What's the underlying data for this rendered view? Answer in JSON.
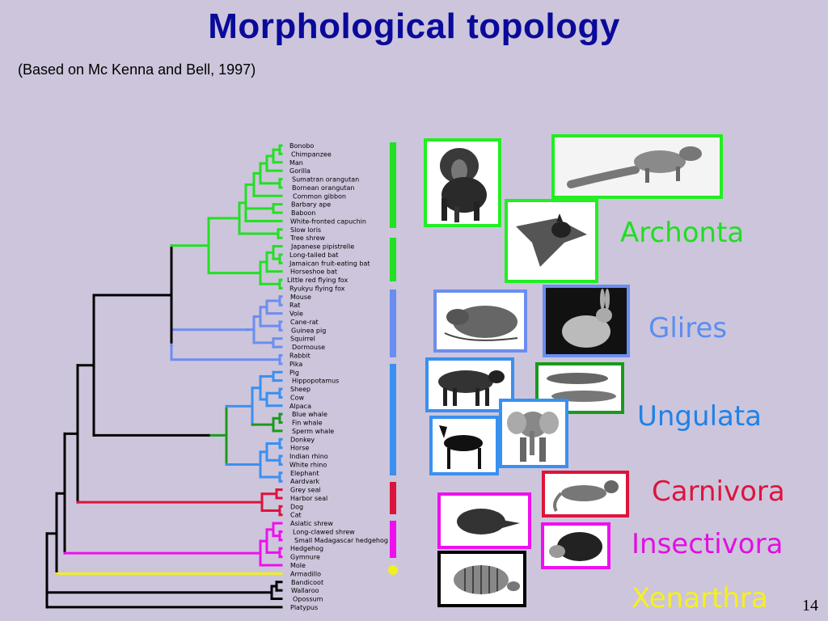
{
  "slide": {
    "title": "Morphological topology",
    "subtitle": "(Based on Mc Kenna and Bell, 1997)",
    "page_number": "14"
  },
  "tree": {
    "leaves": [
      "Bonobo",
      "Chimpanzee",
      "Man",
      "Gorilla",
      "Sumatran orangutan",
      "Bornean orangutan",
      "Common gibbon",
      "Barbary ape",
      "Baboon",
      "White-fronted capuchin",
      "Slow loris",
      "Tree shrew",
      "Japanese pipistrelle",
      "Long-tailed bat",
      "Jamaican fruit-eating bat",
      "Horseshoe bat",
      "Little red flying fox",
      "Ryukyu flying fox",
      "Mouse",
      "Rat",
      "Vole",
      "Cane-rat",
      "Guinea pig",
      "Squirrel",
      "Dormouse",
      "Rabbit",
      "Pika",
      "Pig",
      "Hippopotamus",
      "Sheep",
      "Cow",
      "Alpaca",
      "Blue whale",
      "Fin whale",
      "Sperm whale",
      "Donkey",
      "Horse",
      "Indian rhino",
      "White rhino",
      "Elephant",
      "Aardvark",
      "Grey seal",
      "Harbor seal",
      "Dog",
      "Cat",
      "Asiatic shrew",
      "Long-clawed shrew",
      "Small Madagascar hedgehog",
      "Hedgehog",
      "Gymnure",
      "Mole",
      "Armadillo",
      "Bandicoot",
      "Wallaroo",
      "Opossum",
      "Platypus"
    ],
    "colors": {
      "archonta": "#22e022",
      "glires": "#6a8ef0",
      "ungulata": "#3a90f0",
      "cetacea": "#1a9a1a",
      "carnivora": "#dc143c",
      "insectivora": "#ee10ee",
      "xenarthra": "#f0f020",
      "outgroup": "#000000"
    }
  },
  "groups": [
    {
      "label": "Archonta",
      "color": "#22dd22"
    },
    {
      "label": "Glires",
      "color": "#5a8ef0"
    },
    {
      "label": "Ungulata",
      "color": "#1e82e8"
    },
    {
      "label": "Carnivora",
      "color": "#dc143c"
    },
    {
      "label": "Insectivora",
      "color": "#e010e0"
    },
    {
      "label": "Xenarthra",
      "color": "#f5f020"
    }
  ],
  "pictures": [
    {
      "subject": "baboon-icon",
      "border": "#22ee22"
    },
    {
      "subject": "tree-shrew-icon",
      "border": "#22ee22"
    },
    {
      "subject": "bat-icon",
      "border": "#22ee22"
    },
    {
      "subject": "rat-icon",
      "border": "#5a8ef0"
    },
    {
      "subject": "rabbit-icon",
      "border": "#5a8ef0"
    },
    {
      "subject": "cow-icon",
      "border": "#3a90f0"
    },
    {
      "subject": "dolphins-icon",
      "border": "#1a9a1a"
    },
    {
      "subject": "elephant-icon",
      "border": "#3a90f0"
    },
    {
      "subject": "horse-icon",
      "border": "#3a90f0"
    },
    {
      "subject": "cat-icon",
      "border": "#dc143c"
    },
    {
      "subject": "shrew-icon",
      "border": "#ee10ee"
    },
    {
      "subject": "hedgehog-icon",
      "border": "#ee10ee"
    },
    {
      "subject": "armadillo-icon",
      "border": "#000000"
    }
  ]
}
